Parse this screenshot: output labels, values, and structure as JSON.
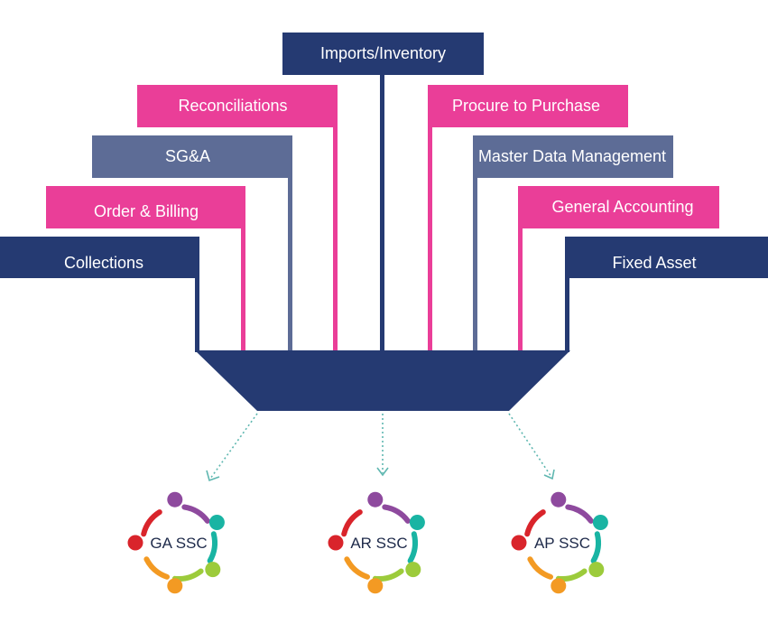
{
  "colors": {
    "navy": "#253a72",
    "pink": "#ea3e98",
    "slate": "#5d6c96",
    "teal_arrow": "#5fb7b0"
  },
  "inputs": [
    {
      "id": "imports",
      "label": "Imports/Inventory",
      "color": "#253a72"
    },
    {
      "id": "reconciliations",
      "label": "Reconciliations",
      "color": "#ea3e98"
    },
    {
      "id": "sga",
      "label": "SG&A",
      "color": "#5d6c96"
    },
    {
      "id": "order-billing",
      "label": "Order & Billing",
      "color": "#ea3e98"
    },
    {
      "id": "collections",
      "label": "Collections",
      "color": "#253a72"
    },
    {
      "id": "procure",
      "label": "Procure to Purchase",
      "color": "#ea3e98"
    },
    {
      "id": "mdm",
      "label": "Master Data Management",
      "color": "#5d6c96"
    },
    {
      "id": "general-accounting",
      "label": "General Accounting",
      "color": "#ea3e98"
    },
    {
      "id": "fixed-asset",
      "label": "Fixed Asset",
      "color": "#253a72"
    }
  ],
  "outputs": [
    {
      "id": "ga-ssc",
      "label": "GA SSC"
    },
    {
      "id": "ar-ssc",
      "label": "AR SSC"
    },
    {
      "id": "ap-ssc",
      "label": "AP SSC"
    }
  ],
  "people_icon": {
    "name": "team-circle-icon",
    "colors": [
      "#8e4a9e",
      "#19b4a3",
      "#9ccb3b",
      "#f39a23",
      "#d9242b"
    ]
  }
}
